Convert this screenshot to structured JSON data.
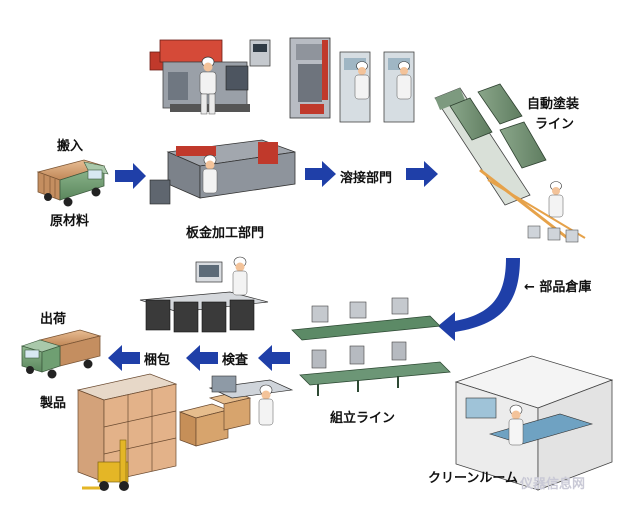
{
  "labels": {
    "incoming": "搬入",
    "raw_material": "原材料",
    "sheet_metal": "板金加工部門",
    "welding": "溶接部門",
    "auto_painting_1": "自動塗装",
    "auto_painting_2": "ライン",
    "parts_warehouse": "← 部品倉庫",
    "shipping": "出荷",
    "packing": "梱包",
    "inspection": "検査",
    "product": "製品",
    "assembly_line": "組立ライン",
    "clean_room": "クリーンルーム"
  },
  "watermark": "仪器信息网",
  "colors": {
    "arrow_blue": "#1f3fa8",
    "truck_green": "#6f9f72",
    "cargo_tan": "#d9a77b",
    "machine_red": "#c0392b",
    "worker_helmet": "#ffffff",
    "worker_skin": "#f3c39a",
    "conveyor_green": "#5c8a66",
    "painting_booth": "#6f8f6a",
    "panel_gray": "#b9bcc2",
    "box_tan": "#d7a46d",
    "forklift_yellow": "#e4b626"
  },
  "icons": [
    "truck-icon",
    "worker-icon",
    "press-machine-icon",
    "welding-station-icon",
    "painting-line-icon",
    "conveyor-icon",
    "forklift-icon",
    "box-icon",
    "clean-room-icon"
  ]
}
